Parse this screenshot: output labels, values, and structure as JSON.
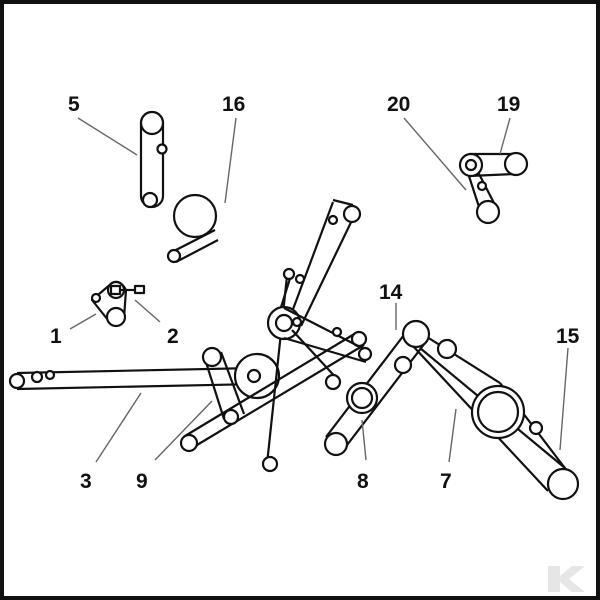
{
  "labels": {
    "l1": "1",
    "l2": "2",
    "l3": "3",
    "l5": "5",
    "l7": "7",
    "l8": "8",
    "l9": "9",
    "l14": "14",
    "l15": "15",
    "l16": "16",
    "l19": "19",
    "l20": "20"
  },
  "colors": {
    "line": "#111111",
    "leader": "#666666",
    "background": "#ffffff",
    "logo": "#e6e6e6"
  },
  "logo_icon": "brand-k-logo"
}
